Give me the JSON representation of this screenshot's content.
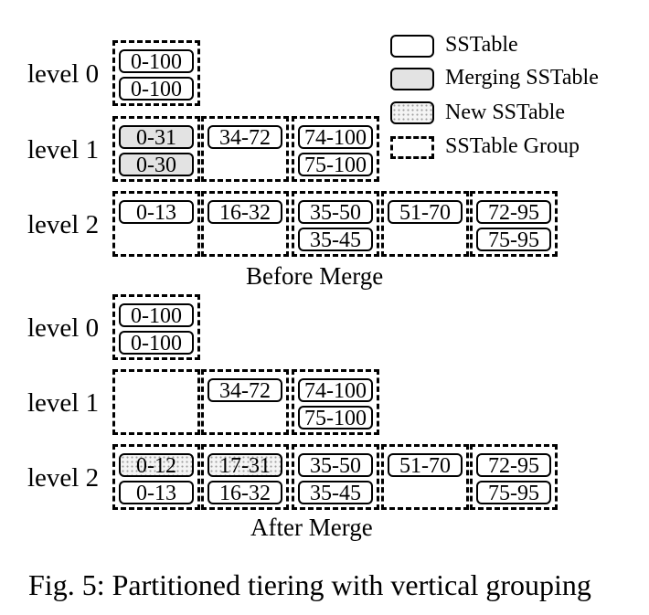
{
  "legend": {
    "sstable": "SSTable",
    "merging": "Merging SSTable",
    "new": "New SSTable",
    "group": "SSTable Group"
  },
  "before": {
    "title": "Before Merge",
    "levels": [
      {
        "label": "level 0",
        "groups": [
          {
            "tables": [
              {
                "text": "0-100",
                "state": "normal"
              },
              {
                "text": "0-100",
                "state": "normal"
              }
            ]
          }
        ]
      },
      {
        "label": "level 1",
        "groups": [
          {
            "tables": [
              {
                "text": "0-31",
                "state": "merging"
              },
              {
                "text": "0-30",
                "state": "merging"
              }
            ]
          },
          {
            "tables": [
              {
                "text": "34-72",
                "state": "normal"
              }
            ]
          },
          {
            "tables": [
              {
                "text": "74-100",
                "state": "normal"
              },
              {
                "text": "75-100",
                "state": "normal"
              }
            ]
          }
        ]
      },
      {
        "label": "level 2",
        "groups": [
          {
            "tables": [
              {
                "text": "0-13",
                "state": "normal"
              }
            ]
          },
          {
            "tables": [
              {
                "text": "16-32",
                "state": "normal"
              }
            ]
          },
          {
            "tables": [
              {
                "text": "35-50",
                "state": "normal"
              },
              {
                "text": "35-45",
                "state": "normal"
              }
            ]
          },
          {
            "tables": [
              {
                "text": "51-70",
                "state": "normal"
              }
            ]
          },
          {
            "tables": [
              {
                "text": "72-95",
                "state": "normal"
              },
              {
                "text": "75-95",
                "state": "normal"
              }
            ]
          }
        ]
      }
    ]
  },
  "after": {
    "title": "After Merge",
    "levels": [
      {
        "label": "level 0",
        "groups": [
          {
            "tables": [
              {
                "text": "0-100",
                "state": "normal"
              },
              {
                "text": "0-100",
                "state": "normal"
              }
            ]
          }
        ]
      },
      {
        "label": "level 1",
        "groups": [
          {
            "tables": []
          },
          {
            "tables": [
              {
                "text": "34-72",
                "state": "normal"
              }
            ]
          },
          {
            "tables": [
              {
                "text": "74-100",
                "state": "normal"
              },
              {
                "text": "75-100",
                "state": "normal"
              }
            ]
          }
        ]
      },
      {
        "label": "level 2",
        "groups": [
          {
            "tables": [
              {
                "text": "0-12",
                "state": "new"
              },
              {
                "text": "0-13",
                "state": "normal"
              }
            ]
          },
          {
            "tables": [
              {
                "text": "17-31",
                "state": "new"
              },
              {
                "text": "16-32",
                "state": "normal"
              }
            ]
          },
          {
            "tables": [
              {
                "text": "35-50",
                "state": "normal"
              },
              {
                "text": "35-45",
                "state": "normal"
              }
            ]
          },
          {
            "tables": [
              {
                "text": "51-70",
                "state": "normal"
              }
            ]
          },
          {
            "tables": [
              {
                "text": "72-95",
                "state": "normal"
              },
              {
                "text": "75-95",
                "state": "normal"
              }
            ]
          }
        ]
      }
    ]
  },
  "caption": "Fig. 5: Partitioned tiering with vertical grouping"
}
